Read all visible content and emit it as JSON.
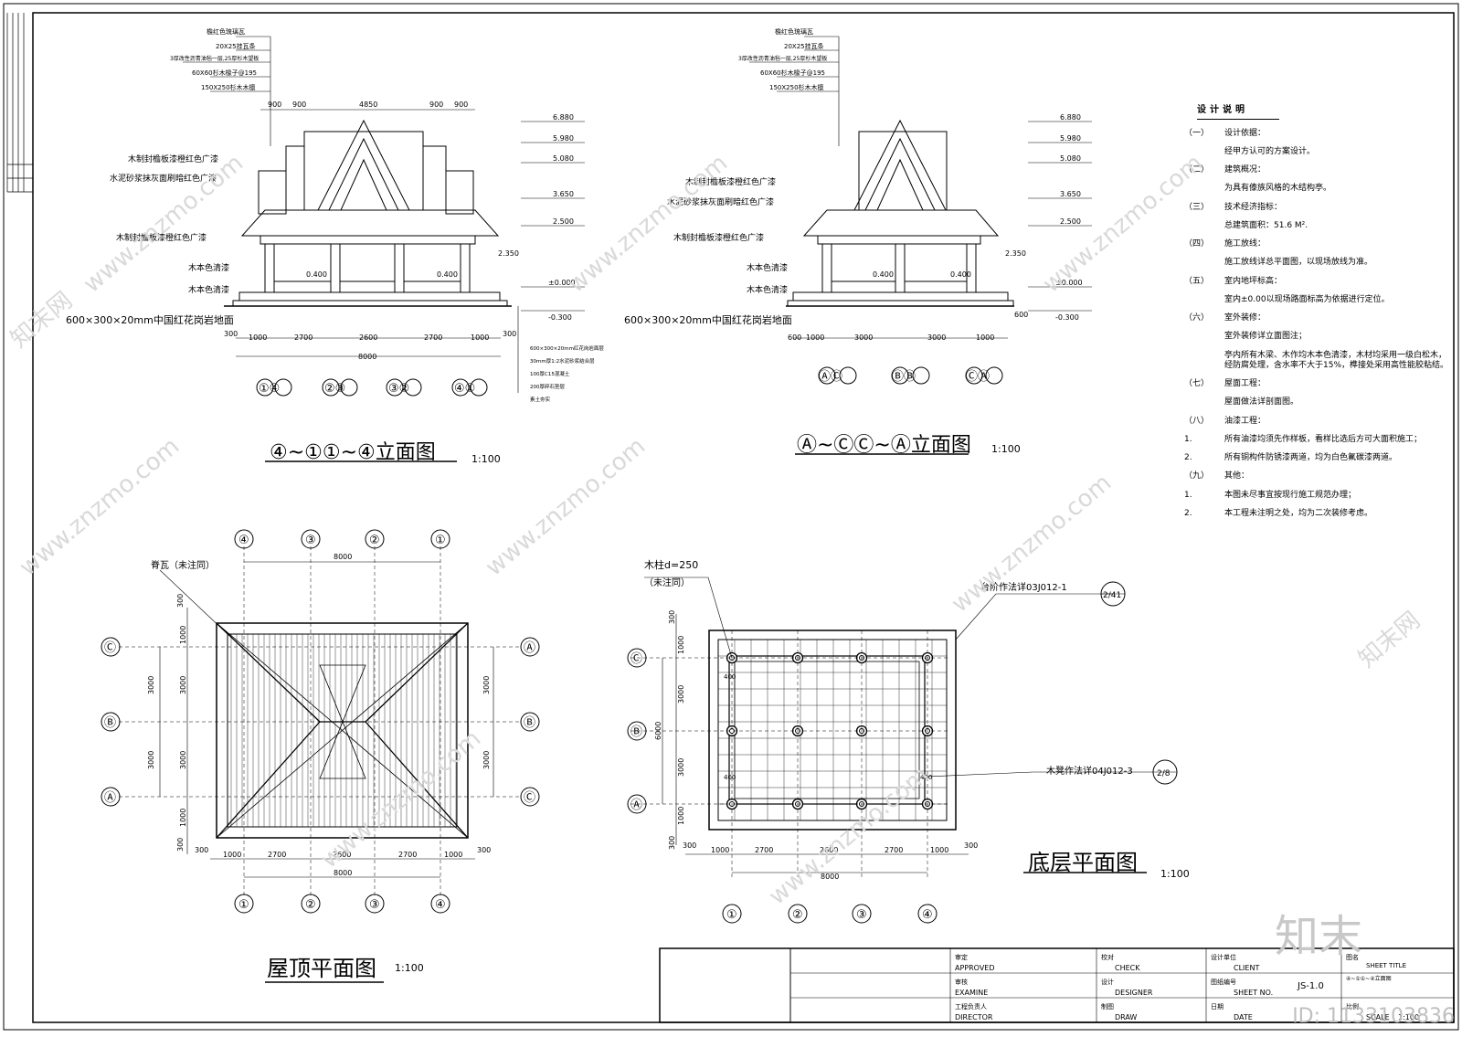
{
  "elevation1": {
    "layer_labels": [
      "檐红色琉璃瓦",
      "20X25挂瓦条",
      "3厚改性沥青油毡一层,25厚杉木望板",
      "60X60杉木椽子@195",
      "150X250杉木木檩"
    ],
    "dims_top": [
      "900",
      "900",
      "4850",
      "900",
      "900"
    ],
    "heights": [
      "6.880",
      "5.980",
      "5.080",
      "3.650",
      "2.500",
      "2.350",
      "±0.000",
      "-0.300",
      "0.400",
      "0.400"
    ],
    "notes": [
      "木制封檐板漆橙红色广漆",
      "水泥砂浆抹灰面刷暗红色广漆",
      "木制封檐板漆橙红色广漆",
      "木本色清漆",
      "木本色清漆"
    ],
    "floor_note": "600×300×20mm中国红花岗岩地面",
    "floor_layers": [
      "600×300×20mm红花岗岩面层",
      "30mm厚1:2水泥砂浆结合层",
      "100厚C15混凝土",
      "200厚碎石垫层",
      "素土夯实"
    ],
    "dims_bottom": [
      "300",
      "1000",
      "2700",
      "2600",
      "2700",
      "1000",
      "300"
    ],
    "dim_total": "8000",
    "axes": [
      "①④",
      "②③",
      "③②",
      "④①"
    ],
    "title": "④~①①~④立面图",
    "scale": "1:100"
  },
  "elevation2": {
    "layer_labels": [
      "檐红色琉璃瓦",
      "20X25挂瓦条",
      "3厚改性沥青油毡一层,25厚杉木望板",
      "60X60杉木椽子@195",
      "150X250杉木木檩"
    ],
    "heights": [
      "6.880",
      "5.980",
      "5.080",
      "3.650",
      "2.500",
      "2.350",
      "±0.000",
      "-0.300",
      "0.400",
      "0.400"
    ],
    "notes": [
      "木制封檐板漆橙红色广漆",
      "水泥砂浆抹灰面刷暗红色广漆",
      "木制封檐板漆橙红色广漆",
      "木本色清漆",
      "木本色清漆"
    ],
    "floor_note": "600×300×20mm中国红花岗岩地面",
    "dims_bottom": [
      "600",
      "1000",
      "3000",
      "3000",
      "1000",
      "600"
    ],
    "axes": [
      "ⒶⒸ",
      "ⒷⒷ",
      "ⒸⒶ"
    ],
    "title": "Ⓐ~ⒸⒸ~Ⓐ立面图",
    "scale": "1:100"
  },
  "roof_plan": {
    "ridge_note": "脊瓦（未注同）",
    "axes_top": [
      "④",
      "③",
      "②",
      "①"
    ],
    "axes_bottom": [
      "①",
      "②",
      "③",
      "④"
    ],
    "axes_left": [
      "Ⓒ",
      "Ⓑ",
      "Ⓐ"
    ],
    "axes_right": [
      "Ⓐ",
      "Ⓑ",
      "Ⓒ"
    ],
    "dim_total": "8000",
    "dims_h": [
      "300",
      "1000",
      "2700",
      "2600",
      "2700",
      "1000",
      "300"
    ],
    "dims_v_left": [
      "300",
      "1000",
      "3000",
      "3000",
      "1000",
      "300"
    ],
    "dims_v_left2": [
      "3000",
      "3000"
    ],
    "dims_v_right": [
      "3000",
      "3000"
    ],
    "title": "屋顶平面图",
    "scale": "1:100"
  },
  "ground_plan": {
    "column_note": "木柱d=250",
    "column_note2": "（未注同）",
    "step_note": "台阶作法详03J012-1",
    "step_ref": "2/41",
    "bench_note": "木凳作法详04J012-3",
    "bench_ref": "2/8",
    "axes_left": [
      "Ⓒ",
      "Ⓑ",
      "Ⓐ"
    ],
    "axes_bottom": [
      "①",
      "②",
      "③",
      "④"
    ],
    "dims_v": [
      "300",
      "1000",
      "3000",
      "6000",
      "3000",
      "1000",
      "300"
    ],
    "dims_h": [
      "300",
      "1000",
      "2700",
      "2600",
      "2700",
      "1000",
      "300"
    ],
    "dim_total": "8000",
    "bench_dims": [
      "400",
      "400",
      "400"
    ],
    "title": "底层平面图",
    "scale": "1:100"
  },
  "notes": {
    "title": "设计说明",
    "items": [
      {
        "num": "（一）",
        "text": "设计依据："
      },
      {
        "num": "",
        "text": "经甲方认可的方案设计。"
      },
      {
        "num": "（二）",
        "text": "建筑概况："
      },
      {
        "num": "",
        "text": "为具有傣族风格的木结构亭。"
      },
      {
        "num": "（三）",
        "text": "技术经济指标："
      },
      {
        "num": "",
        "text": "总建筑面积：51.6 M²."
      },
      {
        "num": "（四）",
        "text": "施工放线："
      },
      {
        "num": "",
        "text": "施工放线详总平面图，以现场放线为准。"
      },
      {
        "num": "（五）",
        "text": "室内地坪标高："
      },
      {
        "num": "",
        "text": "室内±0.00以现场路面标高为依据进行定位。"
      },
      {
        "num": "（六）",
        "text": "室外装修："
      },
      {
        "num": "",
        "text": "室外装修详立面图注；"
      },
      {
        "num": "",
        "text": "亭内所有木梁、木作均木本色清漆，木材均采用一级白松木，经防腐处理，含水率不大于15%，榫接处采用高性能胶粘结。"
      },
      {
        "num": "（七）",
        "text": "屋面工程："
      },
      {
        "num": "",
        "text": "屋面做法详剖面图。"
      },
      {
        "num": "（八）",
        "text": "油漆工程："
      },
      {
        "num": "1.",
        "text": "所有油漆均须先作样板，看样比选后方可大面积施工；"
      },
      {
        "num": "2.",
        "text": "所有铜构件防锈漆两道，均为白色氟碳漆两道。"
      },
      {
        "num": "（九）",
        "text": "其他："
      },
      {
        "num": "1.",
        "text": "本图未尽事宜按现行施工规范办理；"
      },
      {
        "num": "2.",
        "text": "本工程未注明之处，均为二次装修考虑。"
      }
    ]
  },
  "title_block": {
    "approved_cn": "审定",
    "approved": "APPROVED",
    "check_cn": "校对",
    "check": "CHECK",
    "client_cn": "设计单位",
    "client": "CLIENT",
    "examine_cn": "审核",
    "examine": "EXAMINE",
    "designer_cn": "设计",
    "designer": "DESIGNER",
    "sheet_cn": "图纸编号",
    "sheet": "SHEET NO.",
    "sheet_no": "JS-1.0",
    "director_cn": "工程负责人",
    "director": "DIRECTOR",
    "draw_cn": "制图",
    "draw": "DRAW",
    "date_cn": "日期",
    "date": "DATE",
    "sheet_title_cn": "图名",
    "sheet_title": "SHEET TITLE",
    "scale_cn": "比例",
    "scale": "SCALE",
    "sheet_title_value": "④~①①~④立面图",
    "scale_value": "1:100"
  },
  "watermark": {
    "site": "www.znzmo.com",
    "brand": "知末网",
    "logo": "知末",
    "id": "ID: 1133103836"
  }
}
